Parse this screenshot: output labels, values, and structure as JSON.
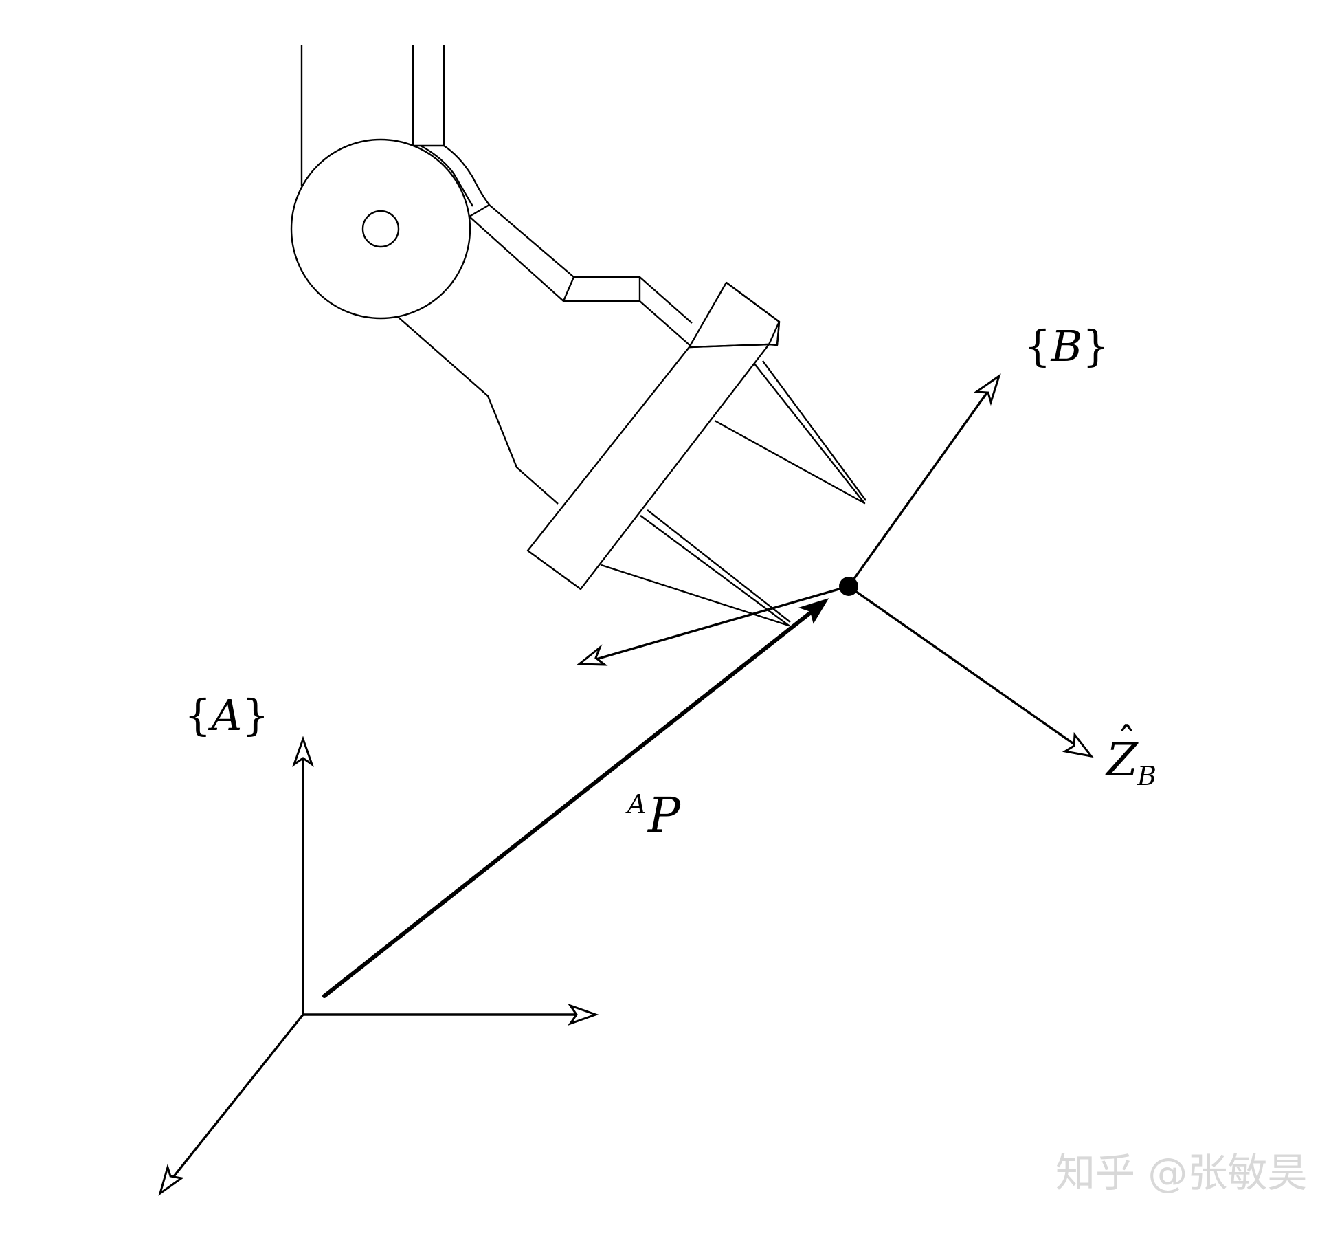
{
  "diagram": {
    "frame_a": {
      "open": "{",
      "letter": "A",
      "close": "}"
    },
    "frame_b": {
      "open": "{",
      "letter": "B",
      "close": "}"
    },
    "position_vector": {
      "superscript": "A",
      "letter": "P"
    },
    "z_axis": {
      "hat": "ˆ",
      "letter": "Z",
      "subscript": "B"
    }
  },
  "watermark": "知乎 @张敏昊",
  "colors": {
    "ink": "#000000",
    "background": "#ffffff",
    "watermark": "#d8d8d8"
  }
}
